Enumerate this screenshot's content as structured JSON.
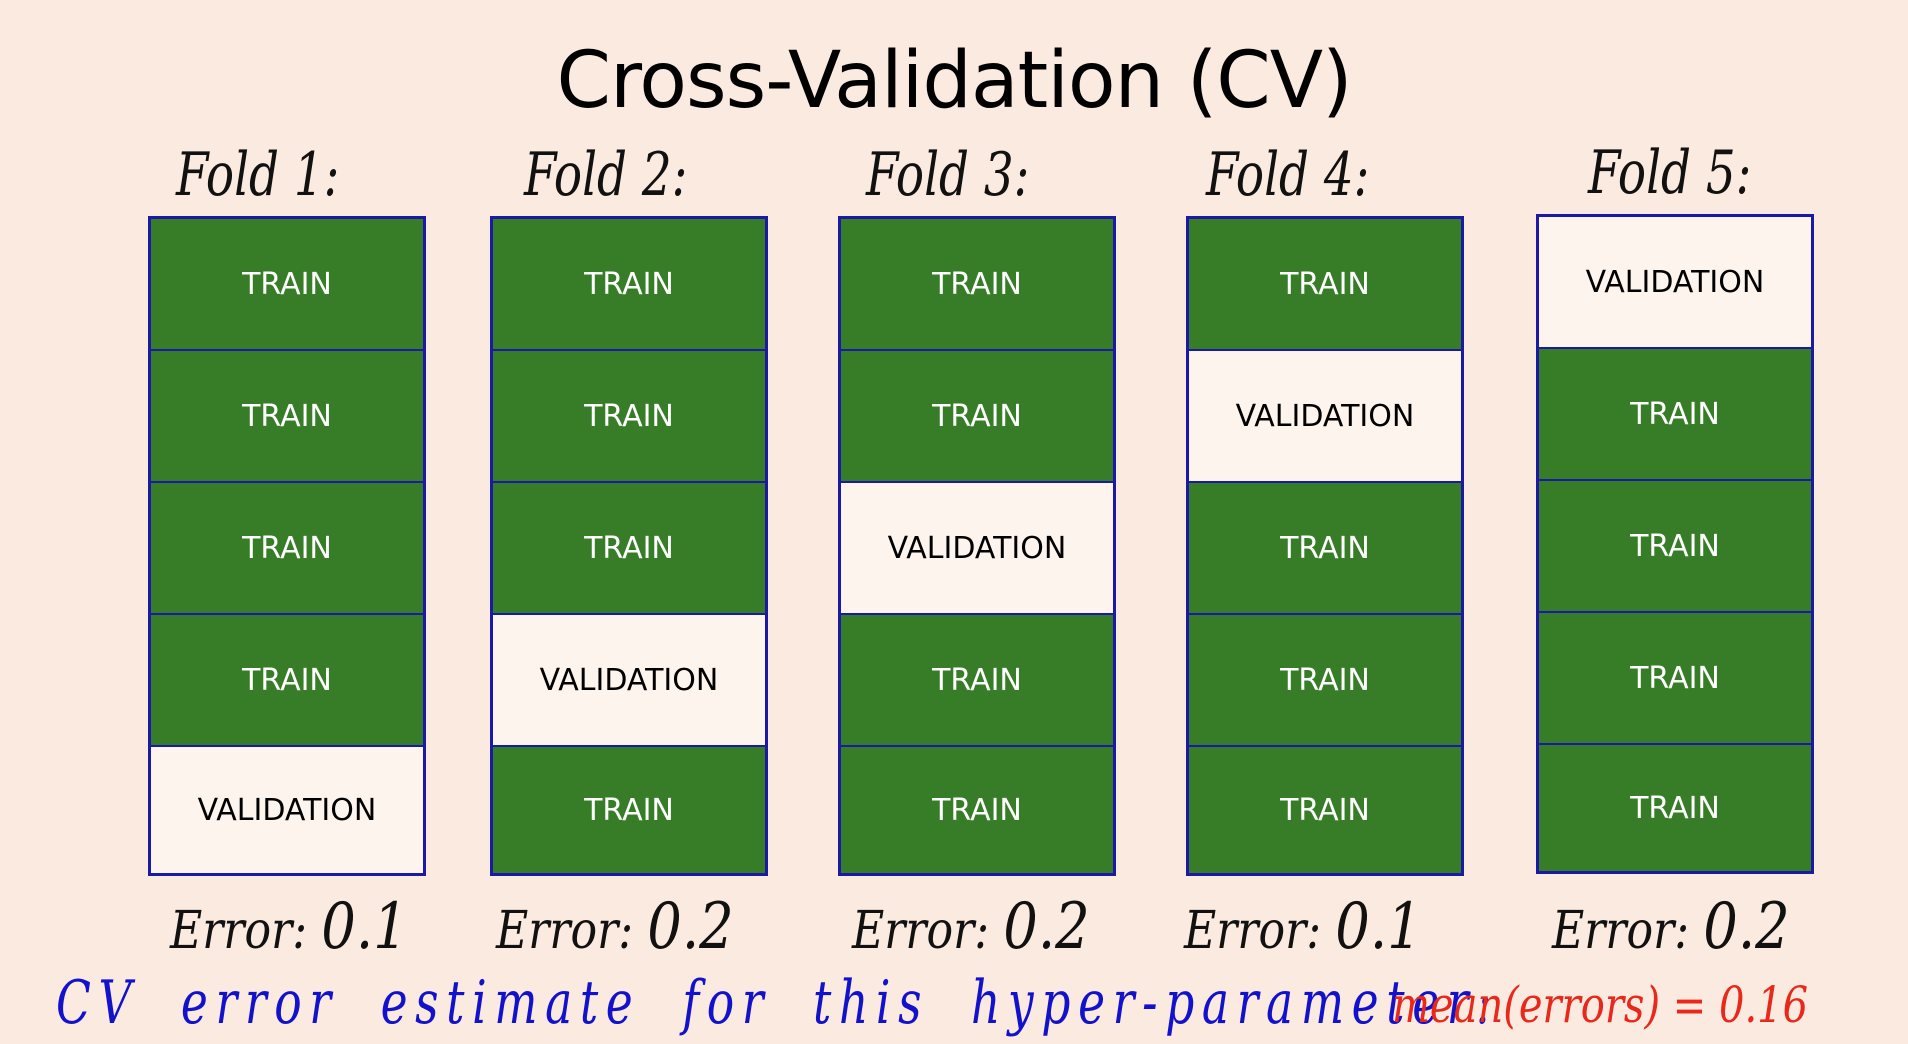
{
  "title": "Cross-Validation (CV)",
  "colors": {
    "background": "#fbeadf",
    "train": "#377d27",
    "validation": "#fdf4ee",
    "border": "#1a1aa6",
    "footer_text": "#1212cc",
    "footer_highlight": "#e8281b"
  },
  "folds": [
    {
      "label": "Fold 1:",
      "blocks": [
        "TRAIN",
        "TRAIN",
        "TRAIN",
        "TRAIN",
        "VALIDATION"
      ],
      "error_label": "Error:",
      "error_value": "0.1"
    },
    {
      "label": "Fold 2:",
      "blocks": [
        "TRAIN",
        "TRAIN",
        "TRAIN",
        "VALIDATION",
        "TRAIN"
      ],
      "error_label": "Error:",
      "error_value": "0.2"
    },
    {
      "label": "Fold 3:",
      "blocks": [
        "TRAIN",
        "TRAIN",
        "VALIDATION",
        "TRAIN",
        "TRAIN"
      ],
      "error_label": "Error:",
      "error_value": "0.2"
    },
    {
      "label": "Fold 4:",
      "blocks": [
        "TRAIN",
        "VALIDATION",
        "TRAIN",
        "TRAIN",
        "TRAIN"
      ],
      "error_label": "Error:",
      "error_value": "0.1"
    },
    {
      "label": "Fold 5:",
      "blocks": [
        "VALIDATION",
        "TRAIN",
        "TRAIN",
        "TRAIN",
        "TRAIN"
      ],
      "error_label": "Error:",
      "error_value": "0.2"
    }
  ],
  "footer": {
    "estimate_text": "CV error estimate for this hyper-parameter:",
    "mean_text": "mean(errors) = 0.16"
  }
}
